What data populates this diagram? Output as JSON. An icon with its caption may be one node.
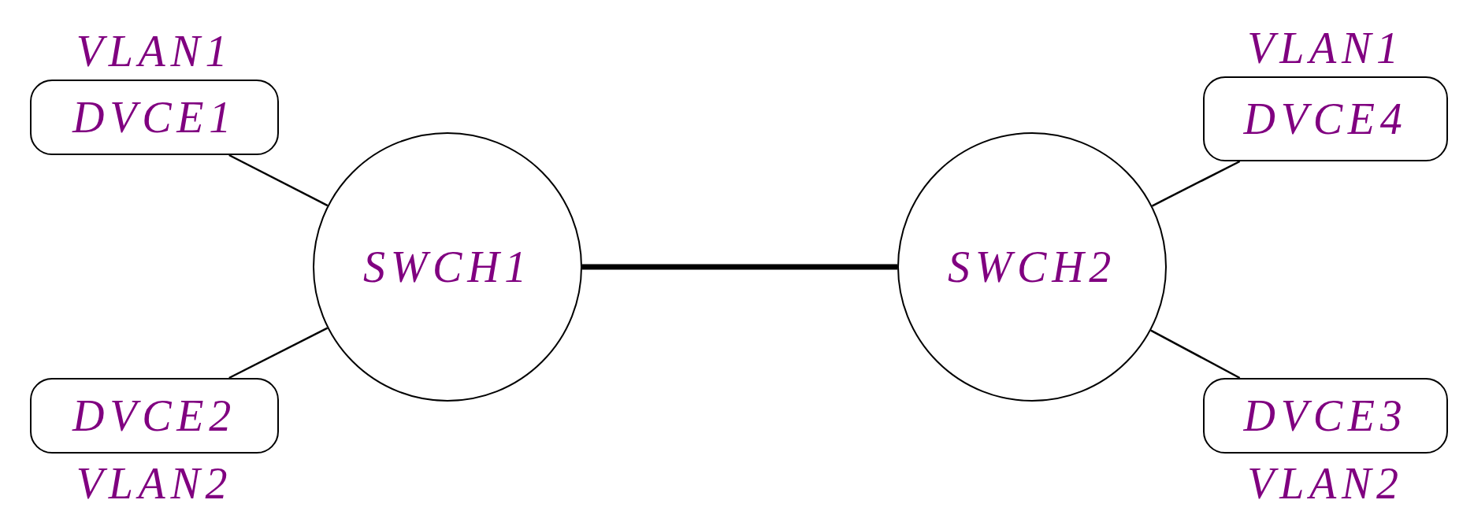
{
  "diagram": {
    "nodes": [
      {
        "text": [
          "DVCE1"
        ],
        "beside": [
          "VLAN1"
        ]
      },
      {
        "text": [
          "DVCE4"
        ],
        "beside": [
          "VLAN1"
        ]
      },
      {
        "text": [
          "SWCH1"
        ]
      },
      {
        "text": [
          "SWCH2"
        ]
      },
      {
        "text": [
          "DVCE2"
        ],
        "beside": [
          "VLAN2"
        ]
      },
      {
        "text": [
          "DVCE3"
        ],
        "beside": [
          "VLAN2"
        ]
      }
    ],
    "edges": [
      {
        "from": 0,
        "to": 2,
        "arrow": "none"
      },
      {
        "from": 4,
        "to": 2,
        "arrow": "none"
      },
      {
        "from": 2,
        "to": 3,
        "arrow": "none",
        "style": "thick"
      },
      {
        "from": 3,
        "to": 1,
        "arrow": "none"
      },
      {
        "from": 3,
        "to": 5,
        "arrow": "none"
      }
    ]
  }
}
